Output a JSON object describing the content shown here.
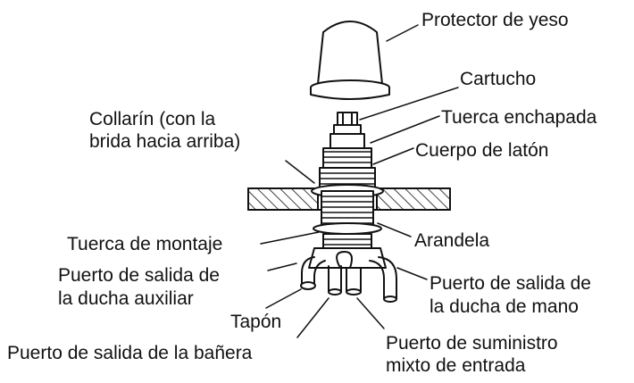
{
  "labels": {
    "protector": "Protector de yeso",
    "cartucho": "Cartucho",
    "collarin_l1": "Collarín (con la",
    "collarin_l2": "brida hacia arriba)",
    "tuerca_enchapada": "Tuerca enchapada",
    "cuerpo": "Cuerpo de latón",
    "tuerca_montaje": "Tuerca de montaje",
    "arandela": "Arandela",
    "aux_l1": "Puerto de salida de",
    "aux_l2": "la ducha auxiliar",
    "mano_l1": "Puerto de salida de",
    "mano_l2": "la ducha de mano",
    "tapon": "Tapón",
    "banera": "Puerto de salida de la bañera",
    "suministro_l1": "Puerto de suministro",
    "suministro_l2": "mixto de entrada"
  },
  "colors": {
    "line": "#111111",
    "fill": "#ffffff",
    "shade": "#d9d9d9"
  }
}
